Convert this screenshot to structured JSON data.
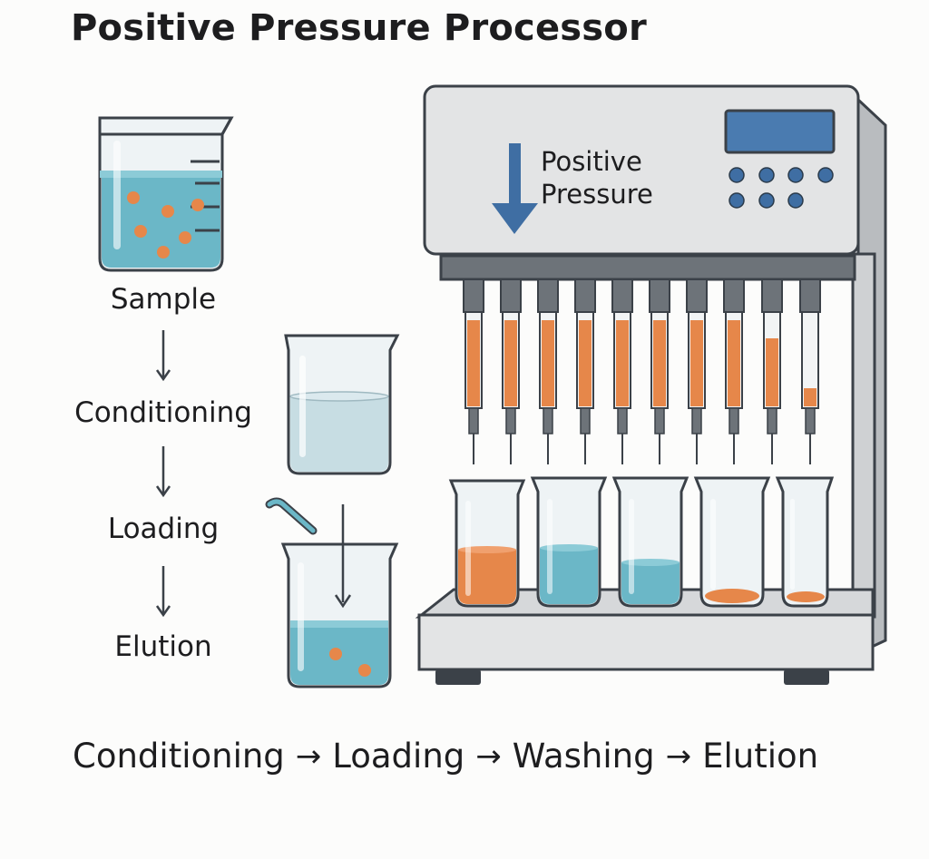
{
  "title": "Positive Pressure Processor",
  "workflow_steps": [
    "Sample",
    "Conditioning",
    "Loading",
    "Elution"
  ],
  "device": {
    "label_line1": "Positive",
    "label_line2": "Pressure"
  },
  "bottom_sequence": [
    "Conditioning",
    "Loading",
    "Washing",
    "Elution"
  ],
  "bottom_arrow": "→",
  "colors": {
    "liquid_blue": "#6bb7c7",
    "orange": "#e6874a",
    "device_body": "#e3e4e5",
    "outline": "#3b4148",
    "display": "#4a7bb0",
    "arrow_blue": "#3f6ea3"
  }
}
